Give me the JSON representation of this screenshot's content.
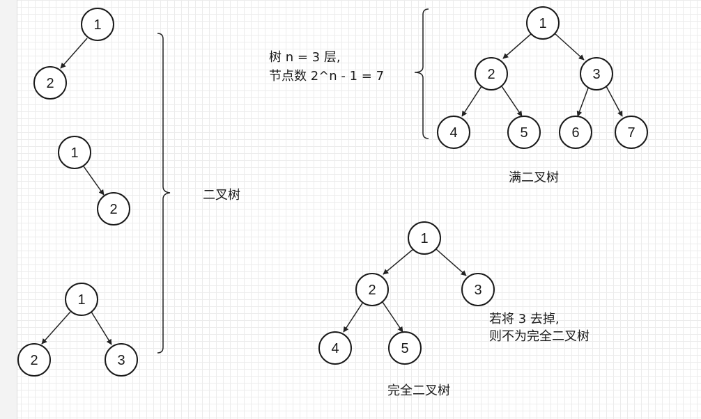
{
  "trees": {
    "example1": {
      "n1": "1",
      "n2": "2"
    },
    "example2": {
      "n1": "1",
      "n2": "2"
    },
    "example3": {
      "n1": "1",
      "n2": "2",
      "n3": "3"
    },
    "full": {
      "n1": "1",
      "n2": "2",
      "n3": "3",
      "n4": "4",
      "n5": "5",
      "n6": "6",
      "n7": "7"
    },
    "complete": {
      "n1": "1",
      "n2": "2",
      "n3": "3",
      "n4": "4",
      "n5": "5"
    }
  },
  "labels": {
    "binary_tree": "二叉树",
    "full_tree_note_line1": "树 n = 3 层,",
    "full_tree_note_line2": "节点数 2^n - 1 = 7",
    "full_tree": "满二叉树",
    "complete_tree": "完全二叉树",
    "complete_note_line1": "若将 3 去掉,",
    "complete_note_line2": "则不为完全二叉树"
  }
}
